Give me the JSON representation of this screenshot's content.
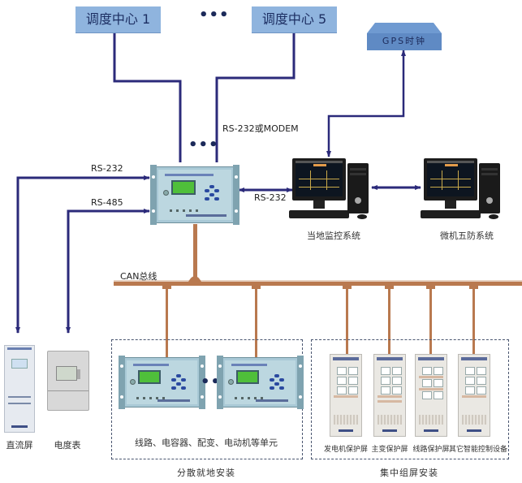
{
  "diagram": {
    "dispatch_centers": [
      {
        "label": "调度中心 1"
      },
      {
        "label": "调度中心 5"
      }
    ],
    "ellipsis": "•••",
    "gps": {
      "label": "GPS时钟"
    },
    "links": {
      "rs232_left": "RS-232",
      "rs485_left": "RS-485",
      "rs232_modem": "RS-232或MODEM",
      "rs232_right": "RS-232",
      "can_bus": "CAN总线"
    },
    "systems": {
      "local_monitor": "当地监控系统",
      "five_prevention": "微机五防系统"
    },
    "field_devices": {
      "dc_panel": "直流屏",
      "energy_meter": "电度表"
    },
    "distributed_group": {
      "units_caption": "线路、电容器、配变、电动机等单元",
      "title": "分散就地安装"
    },
    "centralized_group": {
      "panels": [
        {
          "label": "发电机保护屏"
        },
        {
          "label": "主变保护屏"
        },
        {
          "label": "线路保护屏"
        },
        {
          "label": "其它智能控制设备"
        }
      ],
      "title": "集中组屏安装"
    },
    "colors": {
      "signal_line": "#2b2a7a",
      "can_bus": "#b9794f",
      "dispatch_box": "#8fb4de",
      "lcd": "#4fbf3a"
    }
  }
}
